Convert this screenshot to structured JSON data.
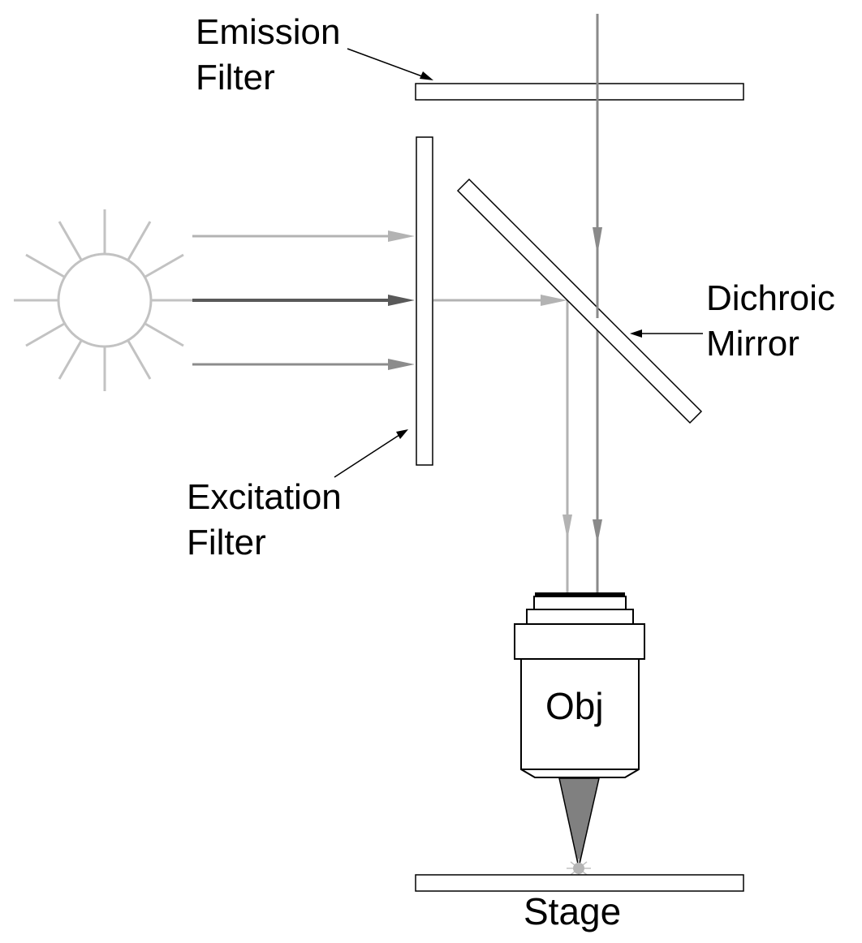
{
  "labels": {
    "emission_filter": {
      "line1": "Emission",
      "line2": "Filter"
    },
    "excitation_filter": {
      "line1": "Excitation",
      "line2": "Filter"
    },
    "dichroic_mirror": {
      "line1": "Dichroic",
      "line2": "Mirror"
    },
    "objective": "Obj",
    "stage": "Stage"
  },
  "colors": {
    "outline": "#000000",
    "light_ray_light": "#b3b3b3",
    "light_ray_mid": "#8c8c8c",
    "light_ray_dark": "#595959",
    "emission_ray": "#8a8a8a",
    "lamp": "#c2c2c2",
    "focus_cone": "#808080"
  }
}
